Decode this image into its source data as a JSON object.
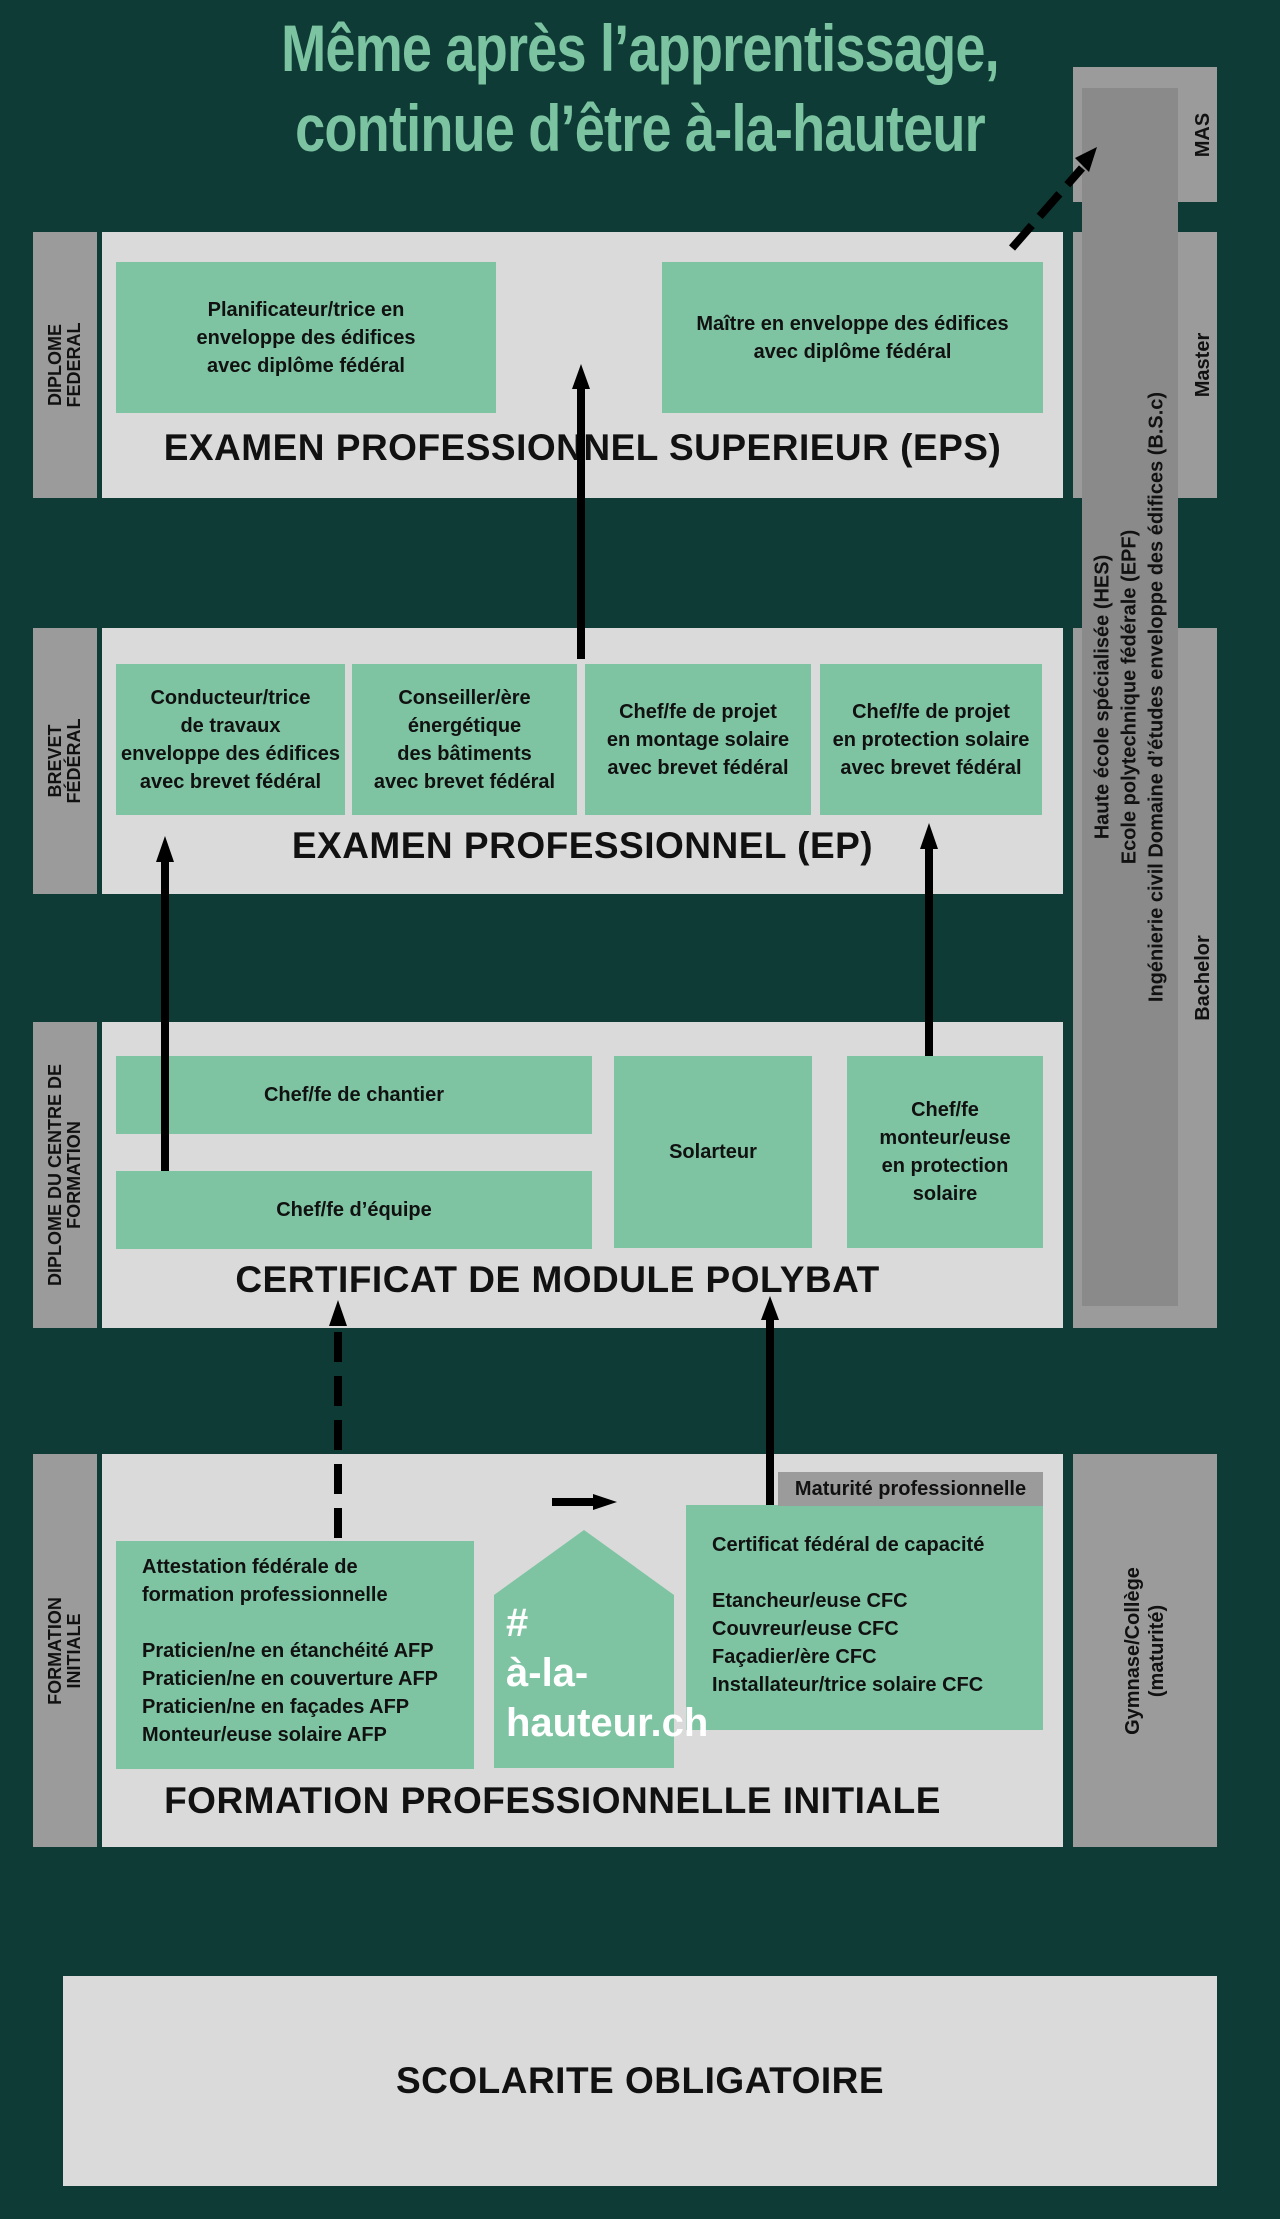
{
  "title": {
    "line1": "Même après l’apprentissage,",
    "line2": "continue d’être à-la-hauteur"
  },
  "levels": {
    "diplome_federal": {
      "side_label": "DIPLOME\nFEDERAL",
      "heading": "EXAMEN PROFESSIONNEL SUPERIEUR (EPS)",
      "boxes": [
        "Planificateur/trice en\nenveloppe des édifices\navec diplôme fédéral",
        "Maître en enveloppe des édifices\navec diplôme fédéral"
      ]
    },
    "brevet_federal": {
      "side_label": "BREVET\nFÉDÉRAL",
      "heading": "EXAMEN PROFESSIONNEL (EP)",
      "boxes": [
        "Conducteur/trice\nde travaux\nenveloppe des édifices\navec brevet fédéral",
        "Conseiller/ère\nénergétique\ndes bâtiments\navec brevet fédéral",
        "Chef/fe de projet\nen montage solaire\navec brevet fédéral",
        "Chef/fe de projet\nen protection solaire\navec brevet fédéral"
      ]
    },
    "centre_formation": {
      "side_label": "DIPLOME DU CENTRE DE\nFORMATION",
      "heading": "CERTIFICAT DE MODULE POLYBAT",
      "boxes": [
        "Chef/fe de chantier",
        "Chef/fe d’équipe",
        "Solarteur",
        "Chef/fe\nmonteur/euse\nen protection\nsolaire"
      ]
    },
    "formation_initiale": {
      "side_label": "FORMATION\nINITIALE",
      "heading": "FORMATION PROFESSIONNELLE INITIALE",
      "afp_box": "Attestation fédérale de\nformation professionnelle\n\nPraticien/ne en étanchéité AFP\nPraticien/ne en couverture AFP\nPraticien/ne en façades AFP\nMonteur/euse solaire AFP",
      "cfc_box": "Certificat fédéral de capacité\n\nEtancheur/euse CFC\nCouvreur/euse CFC\nFaçadier/ère CFC\nInstallateur/trice solaire CFC",
      "maturite_badge": "Maturité professionnelle",
      "house_text": "#\nà-la-\nhauteur.ch"
    }
  },
  "right_column": {
    "mas": "MAS",
    "master": "Master",
    "bachelor": "Bachelor",
    "hes_text": "Haute école spécialisée (HES)\nEcole polytechnique fédérale (EPF)\nIngénierie civil Domaine d’études enveloppe des édifices (B.S.c)",
    "gymnase": "Gymnase/Collège\n(maturité)"
  },
  "scolarite": "SCOLARITE OBLIGATOIRE",
  "colors": {
    "background": "#0e3b35",
    "title": "#7cc4a1",
    "panel": "#dadada",
    "box": "#7ec4a2",
    "side": "#9b9b9b"
  }
}
